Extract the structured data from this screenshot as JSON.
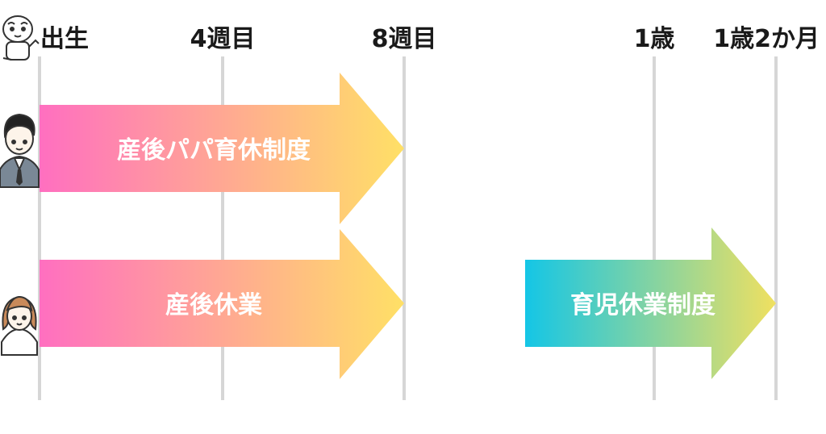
{
  "timeline": {
    "ticks": [
      {
        "id": "birth",
        "label": "出生"
      },
      {
        "id": "week4",
        "label": "4週目"
      },
      {
        "id": "week8",
        "label": "8週目"
      },
      {
        "id": "age1",
        "label": "1歳"
      },
      {
        "id": "age1m2",
        "label": "1歳2か月"
      }
    ]
  },
  "arrows": [
    {
      "id": "papa-leave",
      "label": "産後パパ育休制度",
      "gradient": [
        "#ff6fc0",
        "#ffe066"
      ]
    },
    {
      "id": "postpartum-leave",
      "label": "産後休業",
      "gradient": [
        "#ff6fc0",
        "#ffe066"
      ]
    },
    {
      "id": "childcare-leave",
      "label": "育児休業制度",
      "gradient": [
        "#14c6e6",
        "#f0e060"
      ]
    }
  ],
  "icons": {
    "baby": "baby-icon",
    "father": "father-icon",
    "mother": "mother-icon"
  }
}
